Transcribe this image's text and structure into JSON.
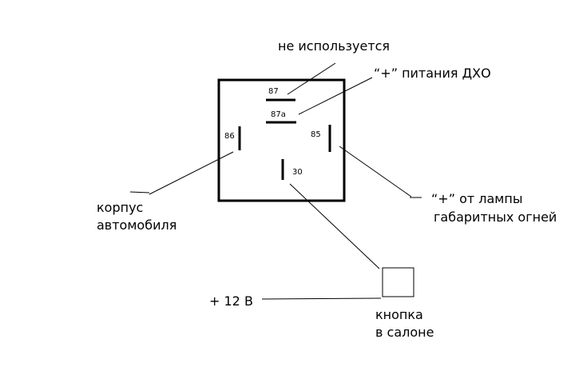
{
  "pins": {
    "p87": "87",
    "p87a": "87a",
    "p86": "86",
    "p85": "85",
    "p30": "30"
  },
  "labels": {
    "unused": "не используется",
    "drl_plus": "“+” питания ДХО",
    "body_line1": "корпус",
    "body_line2": "автомобиля",
    "lamp_plus_line1": "“+” от лампы",
    "lamp_plus_line2": "габаритных огней",
    "supply": "+ 12 В",
    "button_line1": "кнопка",
    "button_line2": "в салоне"
  }
}
